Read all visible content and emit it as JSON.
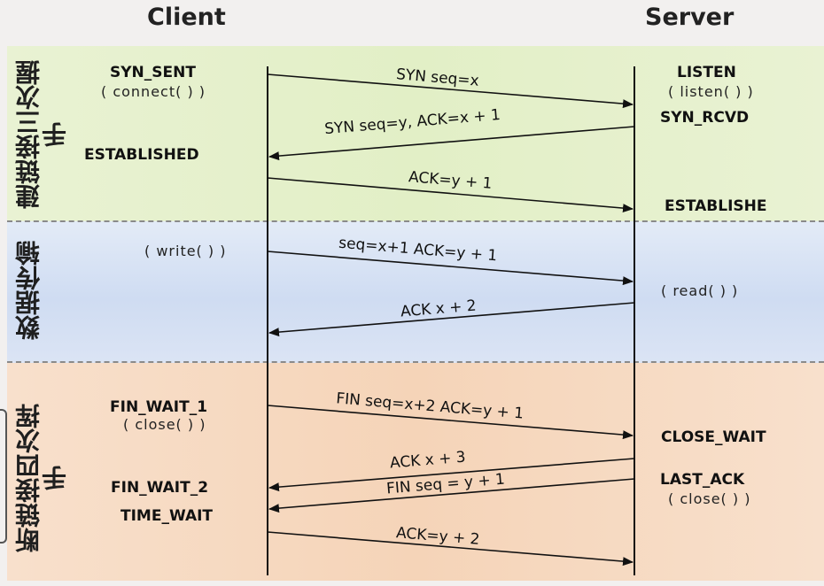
{
  "header": {
    "client": "Client",
    "server": "Server"
  },
  "phases": {
    "handshake": "建链接三次握手",
    "transfer": "数据传输",
    "teardown": "断链接四次挥手"
  },
  "client_states": {
    "syn_sent": "SYN_SENT",
    "connect": "( connect( ) )",
    "established": "ESTABLISHED",
    "write": "( write( ) )",
    "fin_wait_1": "FIN_WAIT_1",
    "close": "( close( ) )",
    "fin_wait_2": "FIN_WAIT_2",
    "time_wait": "TIME_WAIT"
  },
  "server_states": {
    "listen": "LISTEN",
    "listen_call": "( listen( ) )",
    "syn_rcvd": "SYN_RCVD",
    "established": "ESTABLISHE",
    "read": "( read( ) )",
    "close_wait": "CLOSE_WAIT",
    "last_ack": "LAST_ACK",
    "close": "( close( ) )"
  },
  "messages": {
    "m1": "SYN seq=x",
    "m2": "SYN seq=y, ACK=x + 1",
    "m3": "ACK=y + 1",
    "m4": "seq=x+1 ACK=y + 1",
    "m5": "ACK x + 2",
    "m6": "FIN seq=x+2 ACK=y + 1",
    "m7": "ACK x + 3",
    "m8": "FIN seq = y + 1",
    "m9": "ACK=y + 2"
  },
  "colors": {
    "handshake_band": "#e2efc6",
    "transfer_band": "#cfdcf2",
    "teardown_band": "#f5d4b8",
    "line": "#111111"
  }
}
